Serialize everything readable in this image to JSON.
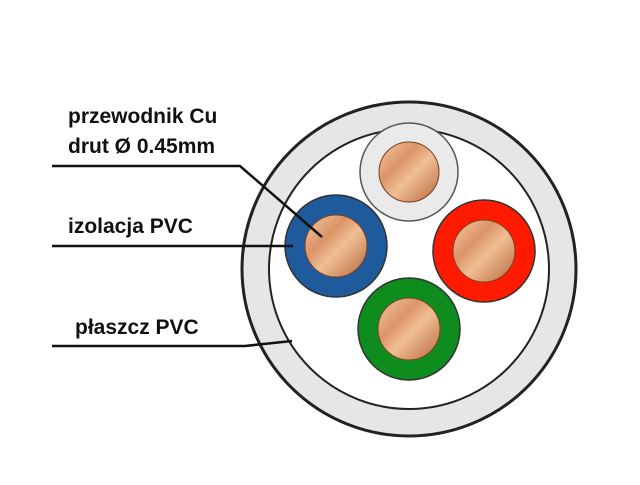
{
  "labels": {
    "conductor_line1": "przewodnik Cu",
    "conductor_line2": "drut Ø 0.45mm",
    "insulation": "izolacja PVC",
    "sheath": "płaszcz PVC"
  },
  "colors": {
    "sheath_fill": "#e6e6e6",
    "sheath_outline": "#222222",
    "core_white": "#eaeaea",
    "core_blue": "#1f5b9c",
    "core_red": "#ff1a00",
    "core_green": "#0e8c1e",
    "copper_light": "#f4c9a4",
    "copper_dark": "#b8653a",
    "leader_line": "#111111"
  },
  "cores": [
    {
      "name": "white",
      "color_key": "core_white"
    },
    {
      "name": "blue",
      "color_key": "core_blue"
    },
    {
      "name": "red",
      "color_key": "core_red"
    },
    {
      "name": "green",
      "color_key": "core_green"
    }
  ]
}
